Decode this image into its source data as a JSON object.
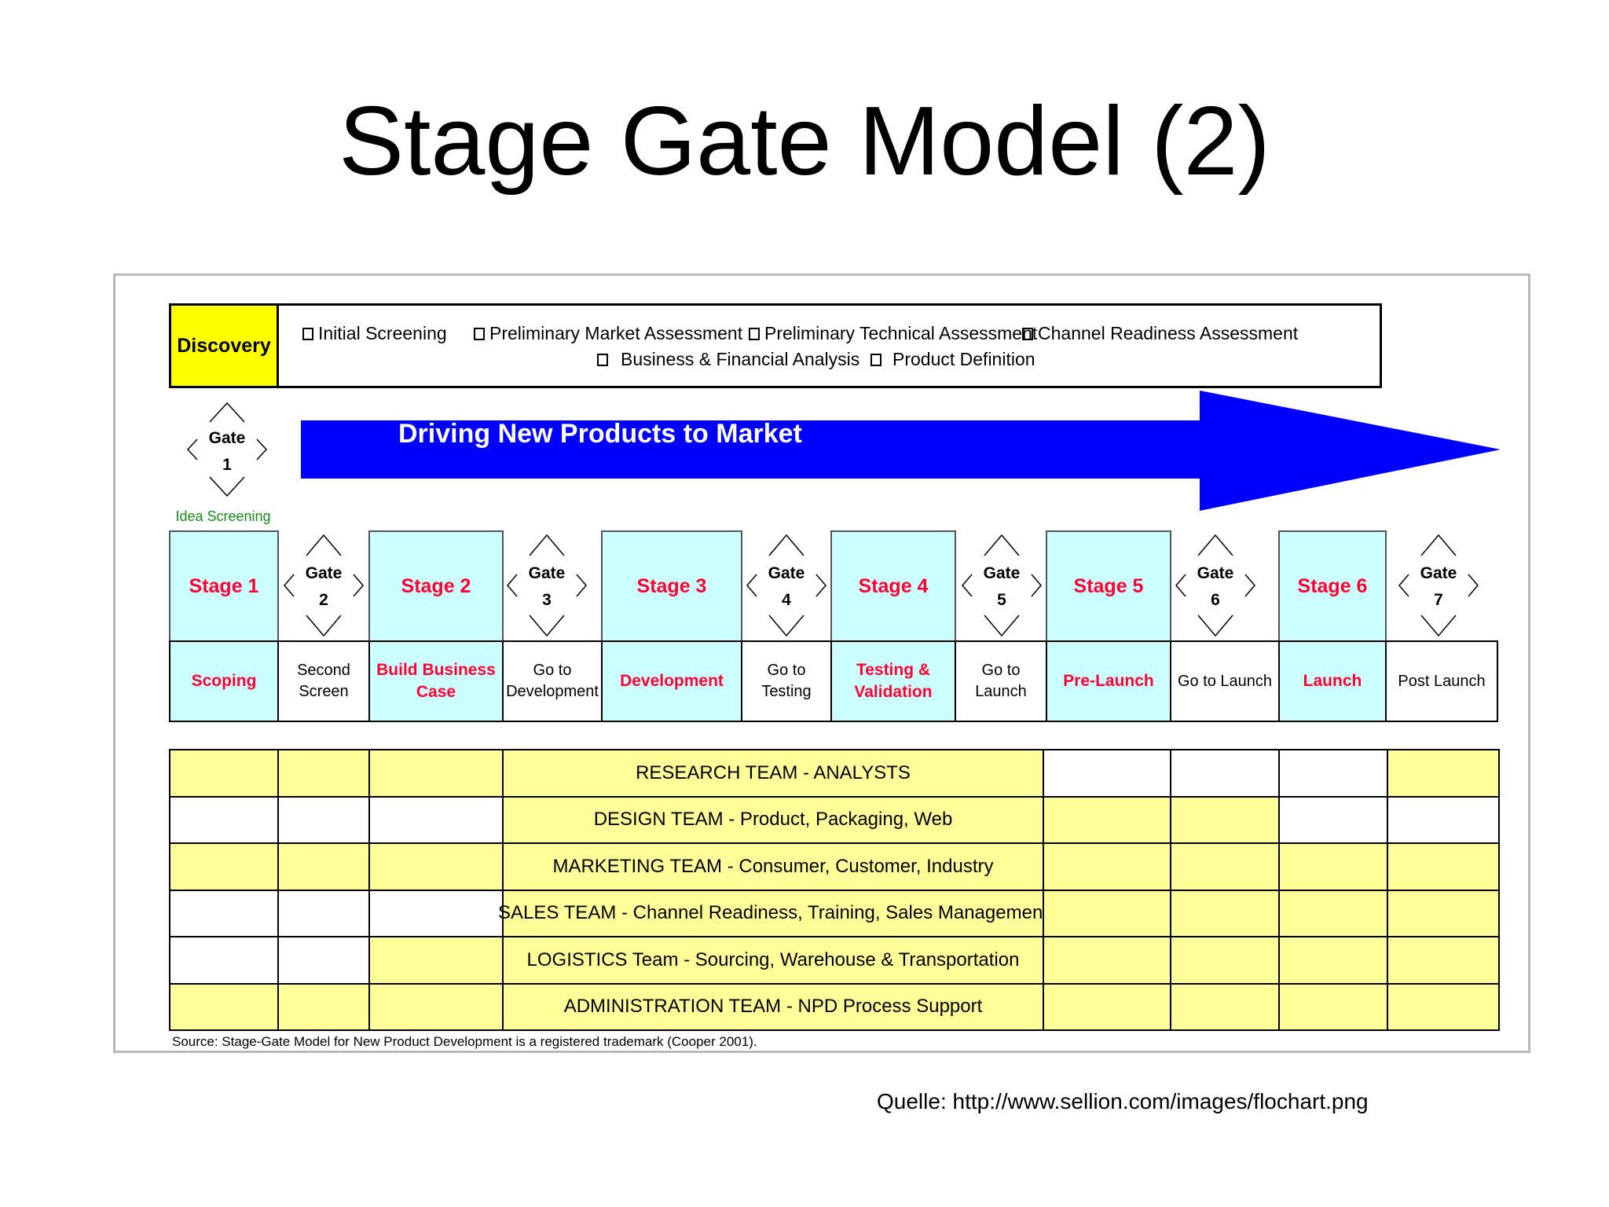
{
  "title": "Stage Gate Model (2)",
  "discovery": {
    "label": "Discovery",
    "items": [
      "Initial Screening",
      "Preliminary Market Assessment",
      "Preliminary Technical Assessment",
      "Channel Readiness Assessment",
      "Business & Financial Analysis",
      "Product Definition"
    ]
  },
  "arrow_text": "Driving New Products to Market",
  "gate_word": "Gate",
  "gates": [
    {
      "number": "1",
      "name": "Idea Screening"
    },
    {
      "number": "2",
      "name": "Second Screen"
    },
    {
      "number": "3",
      "name": "Go to Development"
    },
    {
      "number": "4",
      "name": "Go to Testing"
    },
    {
      "number": "5",
      "name": "Go to Launch"
    },
    {
      "number": "6",
      "name": "Go to Launch"
    },
    {
      "number": "7",
      "name": "Post Launch"
    }
  ],
  "stages": [
    {
      "label": "Stage 1",
      "name": "Scoping"
    },
    {
      "label": "Stage 2",
      "name": "Build Business Case"
    },
    {
      "label": "Stage 3",
      "name": "Development"
    },
    {
      "label": "Stage 4",
      "name": "Testing & Validation"
    },
    {
      "label": "Stage 5",
      "name": "Pre-Launch"
    },
    {
      "label": "Stage 6",
      "name": "Launch"
    }
  ],
  "teams": [
    {
      "label": "RESEARCH TEAM - ANALYSTS",
      "cells": [
        "y",
        "y",
        "y",
        "y",
        "w",
        "w",
        "w",
        "y"
      ]
    },
    {
      "label": "DESIGN TEAM - Product, Packaging, Web",
      "cells": [
        "w",
        "w",
        "w",
        "y",
        "y",
        "y",
        "w",
        "w"
      ]
    },
    {
      "label": "MARKETING TEAM - Consumer, Customer, Industry",
      "cells": [
        "y",
        "y",
        "y",
        "y",
        "y",
        "y",
        "y",
        "y"
      ]
    },
    {
      "label": "SALES TEAM - Channel Readiness, Training, Sales Management",
      "cells": [
        "w",
        "w",
        "w",
        "y",
        "y",
        "y",
        "y",
        "y"
      ]
    },
    {
      "label": "LOGISTICS Team - Sourcing, Warehouse & Transportation",
      "cells": [
        "w",
        "w",
        "y",
        "y",
        "y",
        "y",
        "y",
        "y"
      ]
    },
    {
      "label": "ADMINISTRATION TEAM - NPD Process Support",
      "cells": [
        "y",
        "y",
        "y",
        "y",
        "y",
        "y",
        "y",
        "y"
      ]
    }
  ],
  "source_note": "Source: Stage-Gate Model for New Product Development is a registered trademark (Cooper 2001).",
  "quelle": "Quelle: http://www.sellion.com/images/flochart.png",
  "colors": {
    "arrow": "#0000ff",
    "stage_fill": "#ccffff",
    "stage_text": "#ff0033",
    "team_fill": "#ffff99",
    "discovery_fill": "#ffff00",
    "idea_screening_text": "#1a8a1a"
  }
}
